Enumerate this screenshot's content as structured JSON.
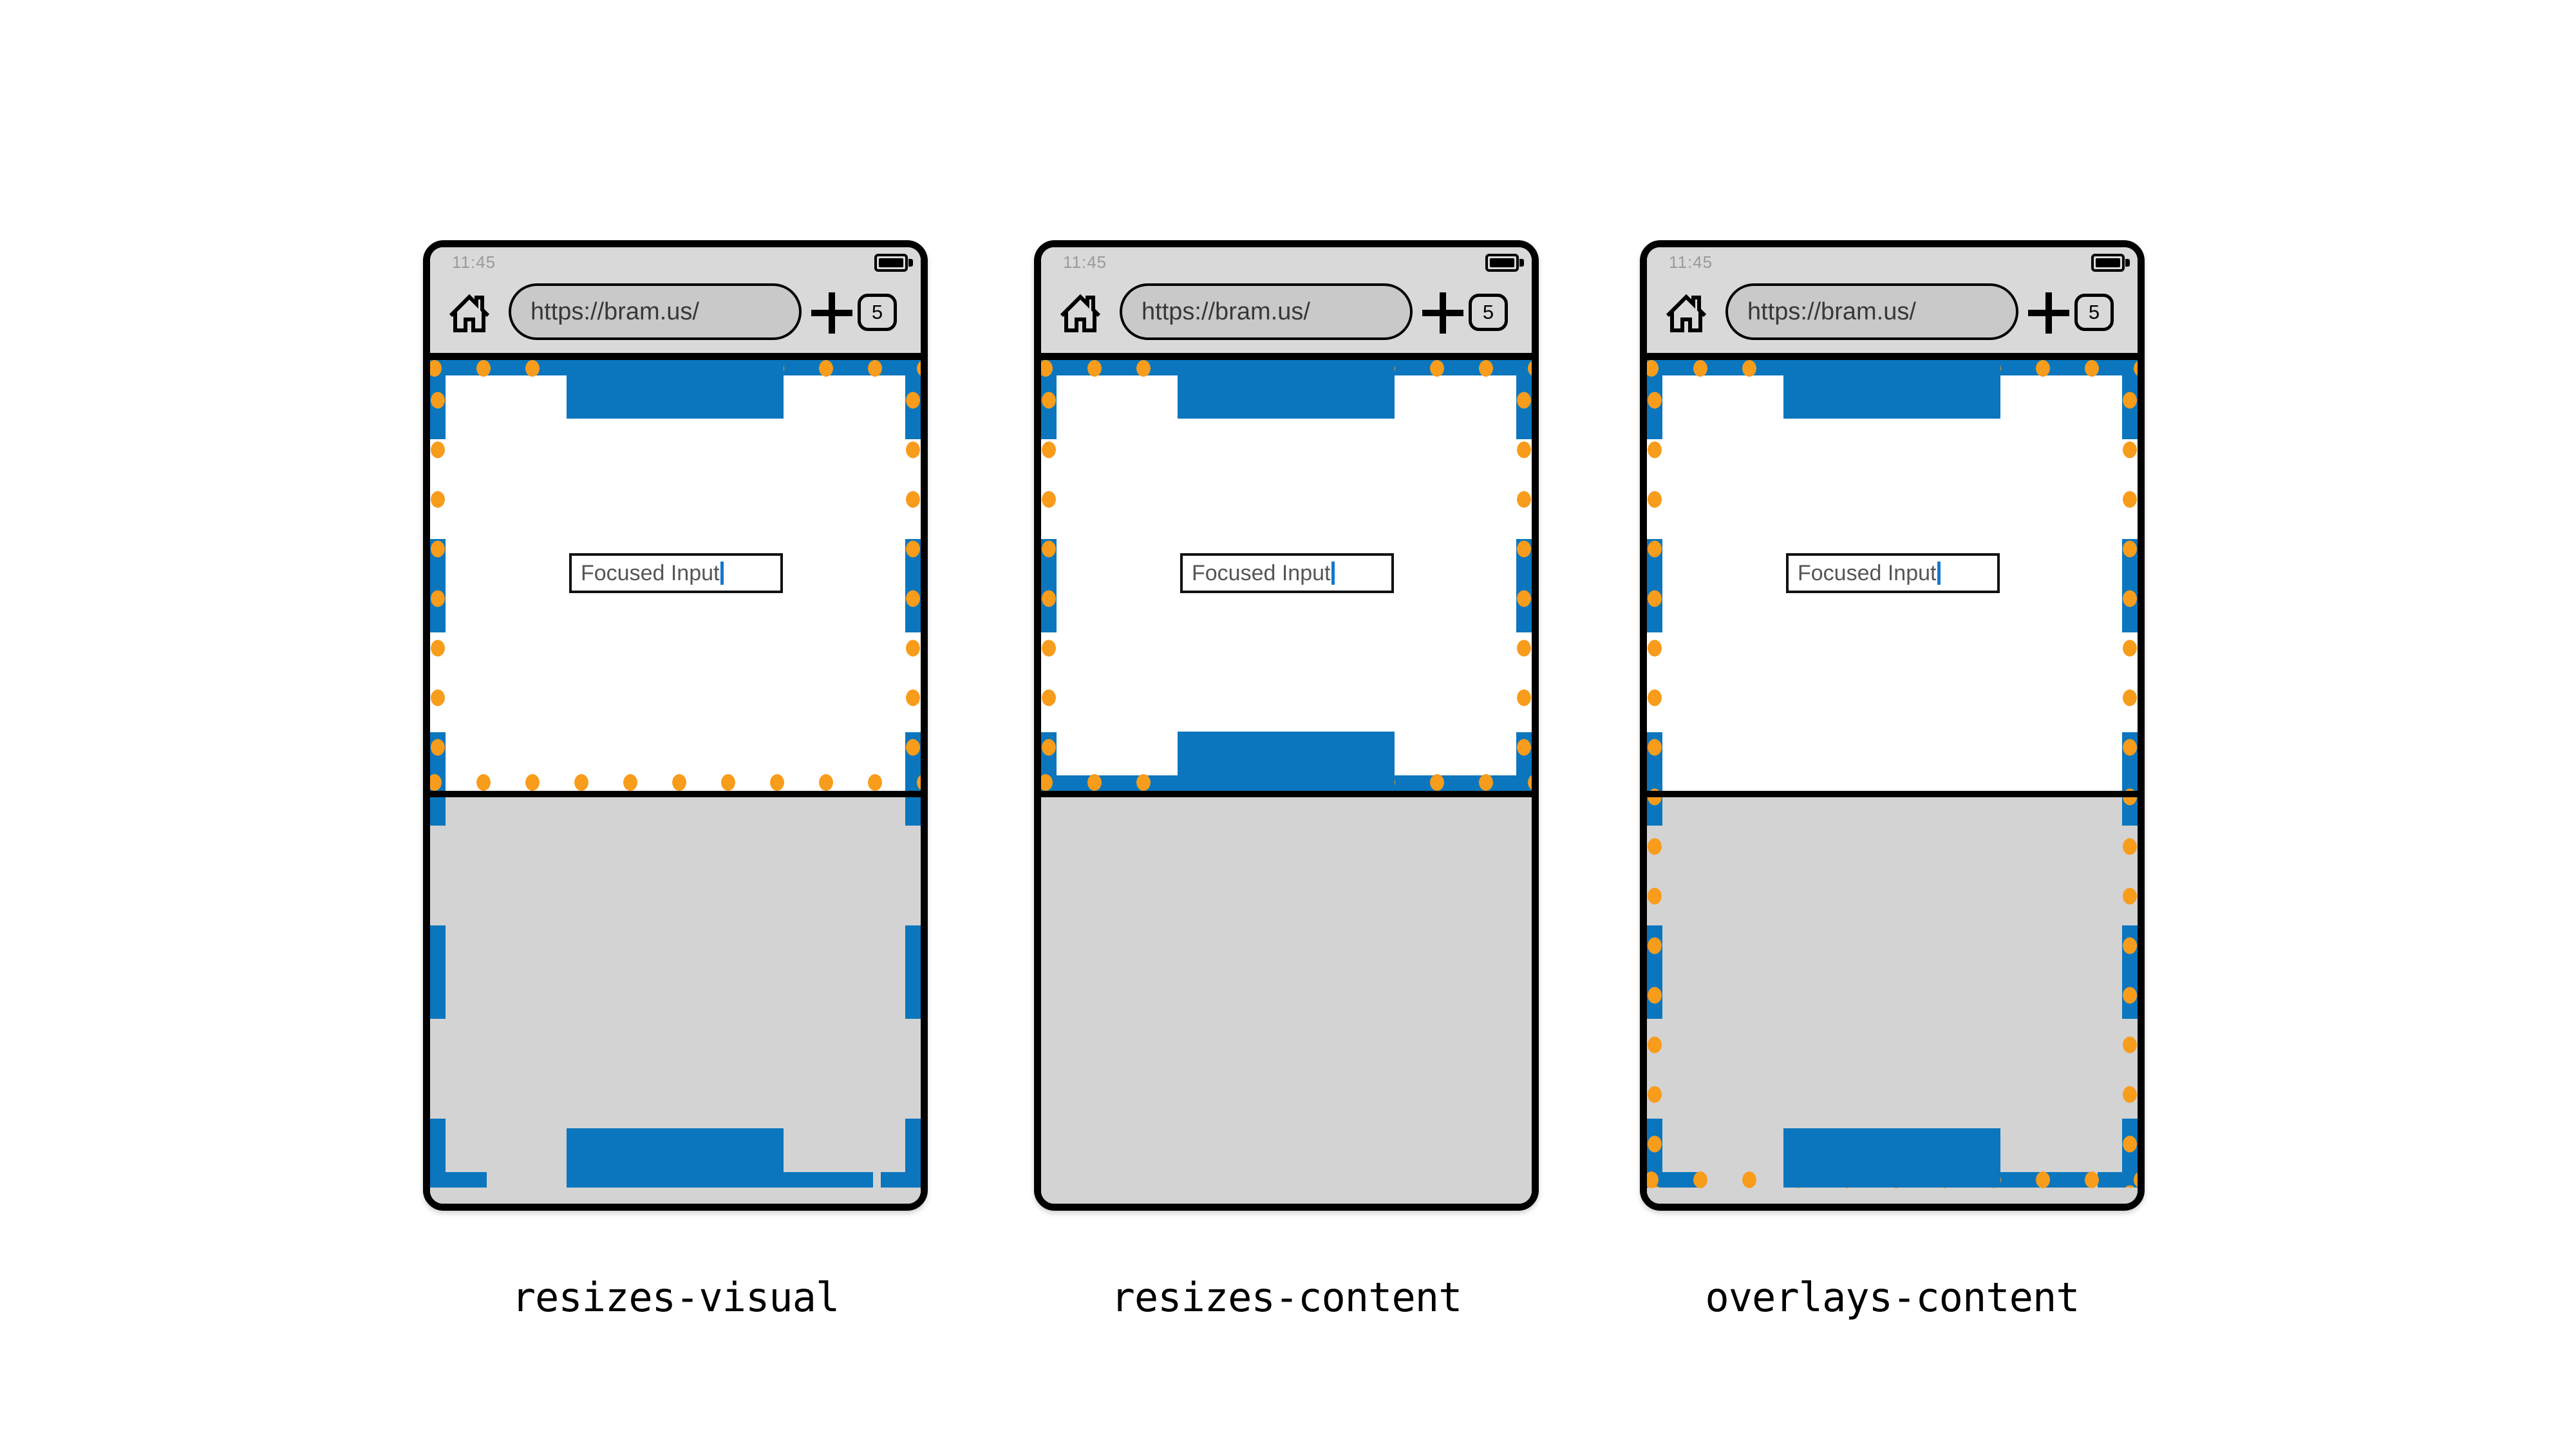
{
  "colors": {
    "accent_blue": "#0B76BD",
    "accent_orange": "#F89C1C",
    "chrome_gray": "#D9D9D9",
    "keyboard_gray": "#D3D3D3"
  },
  "icons": {
    "home": "home-icon",
    "battery": "battery-icon",
    "new_tab": "plus-icon",
    "tab_counter": "tab-counter-badge",
    "text_caret": "text-caret"
  },
  "phones": [
    {
      "caption": "resizes-visual",
      "status_time": "11:45",
      "url": "https://bram.us/",
      "tab_count": "5",
      "input_value": "Focused Input"
    },
    {
      "caption": "resizes-content",
      "status_time": "11:45",
      "url": "https://bram.us/",
      "tab_count": "5",
      "input_value": "Focused Input"
    },
    {
      "caption": "overlays-content",
      "status_time": "11:45",
      "url": "https://bram.us/",
      "tab_count": "5",
      "input_value": "Focused Input"
    }
  ]
}
